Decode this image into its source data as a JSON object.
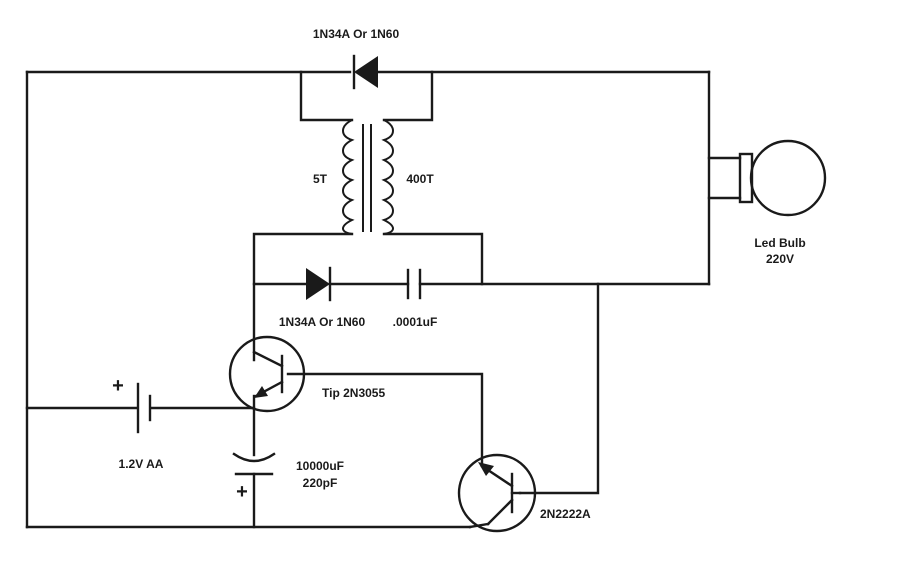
{
  "labels": {
    "top_diode": "1N34A Or 1N60",
    "primary_turns": "5T",
    "secondary_turns": "400T",
    "feedback_diode": "1N34A Or 1N60",
    "feedback_cap": ".0001uF",
    "bulb_line1": "Led Bulb",
    "bulb_line2": "220V",
    "tip_transistor": "Tip 2N3055",
    "battery": "1.2V AA",
    "cap_line1": "10000uF",
    "cap_line2": "220pF",
    "small_transistor": "2N2222A",
    "plus_sign": "+"
  }
}
